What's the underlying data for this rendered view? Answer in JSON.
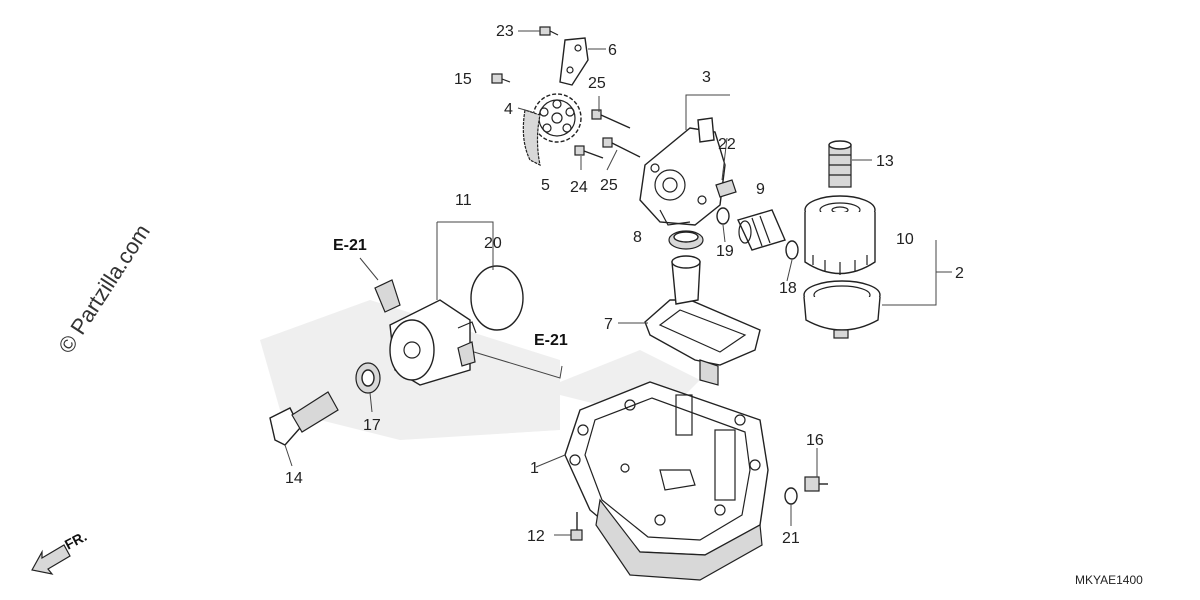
{
  "watermark": "© Partzilla.com",
  "diagram_code": "MKYAE1400",
  "direction_marker": "FR.",
  "references": [
    "E-21",
    "E-21"
  ],
  "callouts": [
    {
      "id": "c1",
      "label": "1"
    },
    {
      "id": "c2",
      "label": "2"
    },
    {
      "id": "c3",
      "label": "3"
    },
    {
      "id": "c4",
      "label": "4"
    },
    {
      "id": "c5",
      "label": "5"
    },
    {
      "id": "c6",
      "label": "6"
    },
    {
      "id": "c7",
      "label": "7"
    },
    {
      "id": "c8",
      "label": "8"
    },
    {
      "id": "c9",
      "label": "9"
    },
    {
      "id": "c10",
      "label": "10"
    },
    {
      "id": "c11",
      "label": "11"
    },
    {
      "id": "c12",
      "label": "12"
    },
    {
      "id": "c13",
      "label": "13"
    },
    {
      "id": "c14",
      "label": "14"
    },
    {
      "id": "c15",
      "label": "15"
    },
    {
      "id": "c16",
      "label": "16"
    },
    {
      "id": "c17",
      "label": "17"
    },
    {
      "id": "c18",
      "label": "18"
    },
    {
      "id": "c19",
      "label": "19"
    },
    {
      "id": "c20",
      "label": "20"
    },
    {
      "id": "c21",
      "label": "21"
    },
    {
      "id": "c22",
      "label": "22"
    },
    {
      "id": "c23",
      "label": "23"
    },
    {
      "id": "c24",
      "label": "24"
    },
    {
      "id": "c25a",
      "label": "25"
    },
    {
      "id": "c25b",
      "label": "25"
    }
  ]
}
